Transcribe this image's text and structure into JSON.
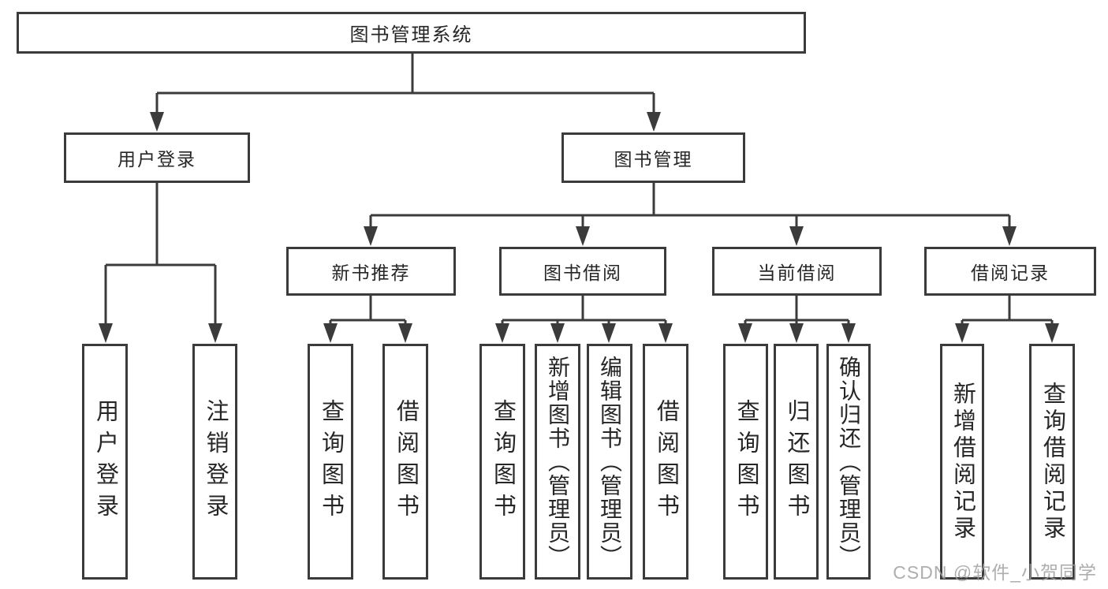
{
  "diagram": {
    "root": {
      "label": "图书管理系统"
    },
    "branches": [
      {
        "label": "用户登录",
        "children": [
          {
            "label": "用户登录"
          },
          {
            "label": "注销登录"
          }
        ]
      },
      {
        "label": "图书管理",
        "children": [
          {
            "label": "新书推荐",
            "children": [
              {
                "label": "查询图书"
              },
              {
                "label": "借阅图书"
              }
            ]
          },
          {
            "label": "图书借阅",
            "children": [
              {
                "label": "查询图书"
              },
              {
                "label": "新增图书（管理员）"
              },
              {
                "label": "编辑图书（管理员）"
              },
              {
                "label": "借阅图书"
              }
            ]
          },
          {
            "label": "当前借阅",
            "children": [
              {
                "label": "查询图书"
              },
              {
                "label": "归还图书"
              },
              {
                "label": "确认归还（管理员）"
              }
            ]
          },
          {
            "label": "借阅记录",
            "children": [
              {
                "label": "新增借阅记录"
              },
              {
                "label": "查询借阅记录"
              }
            ]
          }
        ]
      }
    ]
  },
  "watermark": {
    "text": "CSDN @软件_小贺同学"
  },
  "colors": {
    "line": "#3b3b3b",
    "text": "#262626",
    "background": "#ffffff",
    "watermark": "#a0a0a0"
  }
}
